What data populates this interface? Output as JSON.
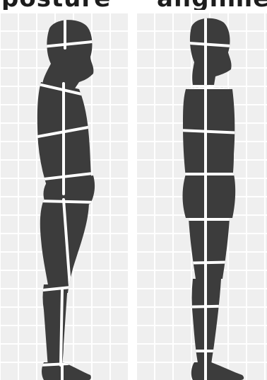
{
  "header": {
    "left_text": "posture",
    "right_text": "alignment"
  },
  "figures": [
    {
      "id": "figure-slouched",
      "posture": "slouched"
    },
    {
      "id": "figure-upright",
      "posture": "upright"
    }
  ],
  "colors": {
    "grid_cell": "#efefef",
    "grid_line": "#ffffff",
    "body_segment": "#3c3c3c",
    "segment_gap": "#ffffff"
  }
}
